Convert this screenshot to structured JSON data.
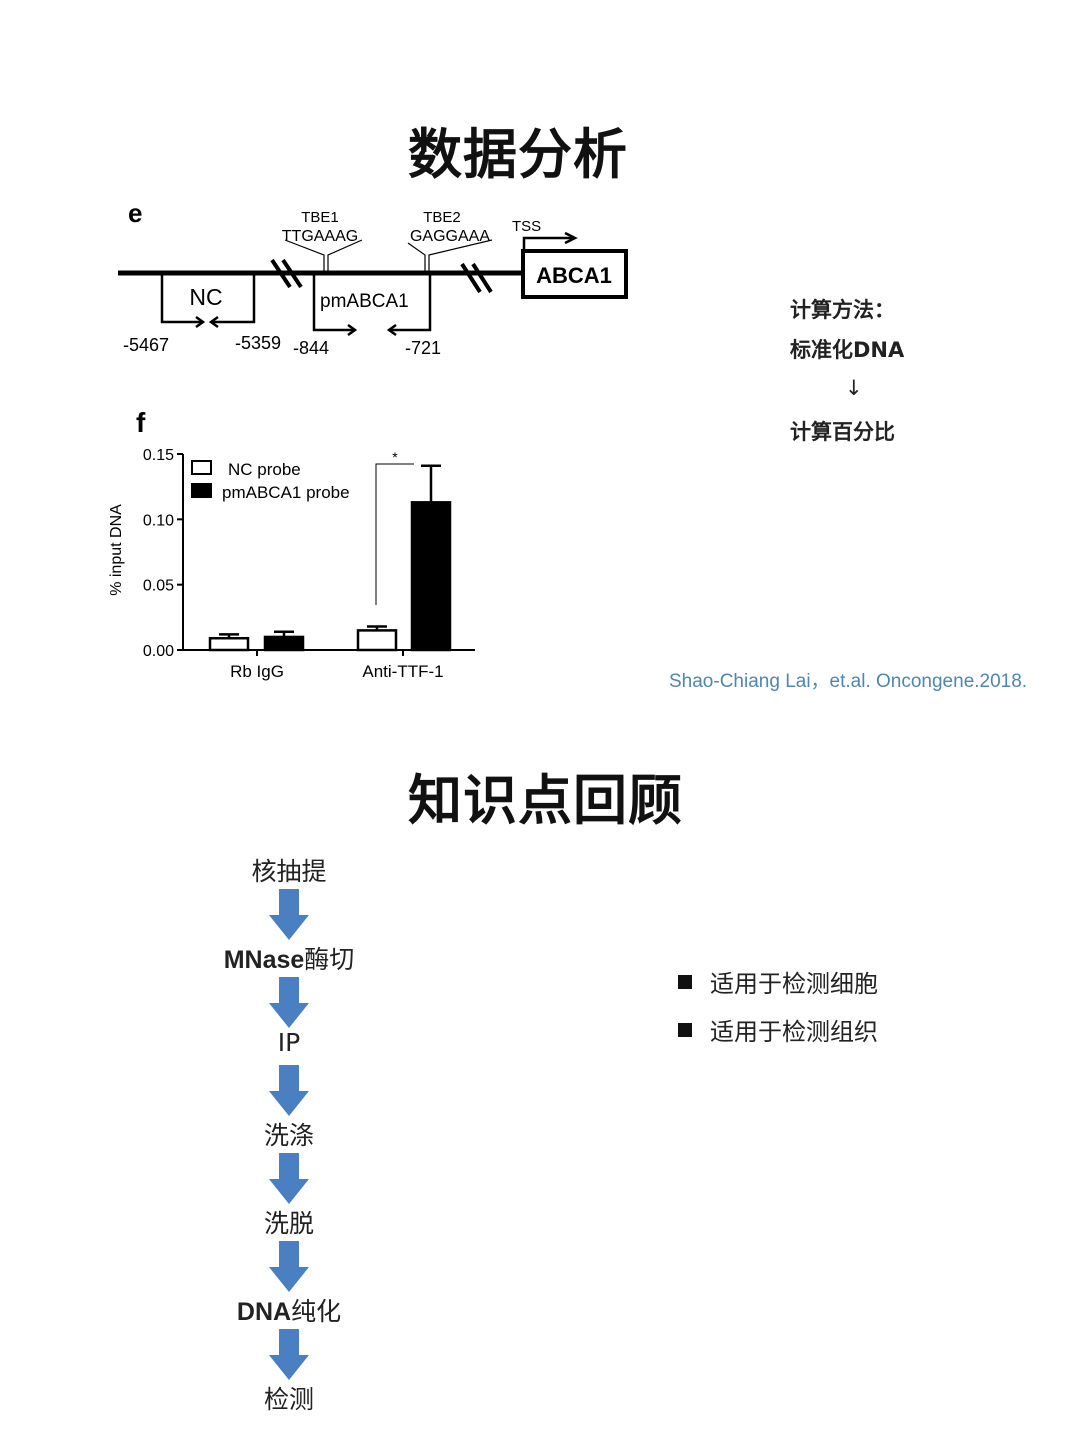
{
  "section1": {
    "title": "数据分析"
  },
  "diagram": {
    "panel": "e",
    "tbe1": "TBE1",
    "tbe1_seq": "TTGAAAG",
    "tbe2": "TBE2",
    "tbe2_seq": "GAGGAAA",
    "tss": "TSS",
    "gene": "ABCA1",
    "nc": "NC",
    "pm": "pmABCA1",
    "pos": [
      "-5467",
      "-5359",
      "-844",
      "-721"
    ]
  },
  "chart_data": {
    "type": "bar",
    "panel": "f",
    "categories": [
      "Rb IgG",
      "Anti-TTF-1"
    ],
    "series": [
      {
        "name": "NC probe",
        "color": "#ffffff",
        "values": [
          0.009,
          0.015
        ],
        "errors": [
          0.003,
          0.003
        ]
      },
      {
        "name": "pmABCA1 probe",
        "color": "#000000",
        "values": [
          0.01,
          0.113
        ],
        "errors": [
          0.004,
          0.028
        ]
      }
    ],
    "ylabel": "% input DNA",
    "ylim": [
      0,
      0.15
    ],
    "yticks": [
      "0.00",
      "0.05",
      "0.10",
      "0.15"
    ],
    "annotation": "*",
    "legend": "top-left"
  },
  "calc": {
    "heading": "计算方法：",
    "step1": "标准化DNA",
    "arrow": "↓",
    "step2": "计算百分比"
  },
  "citation": "Shao-Chiang Lai，et.al. Oncongene.2018.",
  "section2": {
    "title": "知识点回顾"
  },
  "flow": [
    {
      "latin": "",
      "cjk": "核抽提"
    },
    {
      "latin": "MNase",
      "cjk": "酶切"
    },
    {
      "latin": "",
      "cjk": "IP"
    },
    {
      "latin": "",
      "cjk": "洗涤"
    },
    {
      "latin": "",
      "cjk": "洗脱"
    },
    {
      "latin": "DNA",
      "cjk": "纯化"
    },
    {
      "latin": "",
      "cjk": "检测"
    }
  ],
  "arrow_color": "#4a7fc1",
  "bullets": [
    "适用于检测细胞",
    "适用于检测组织"
  ]
}
